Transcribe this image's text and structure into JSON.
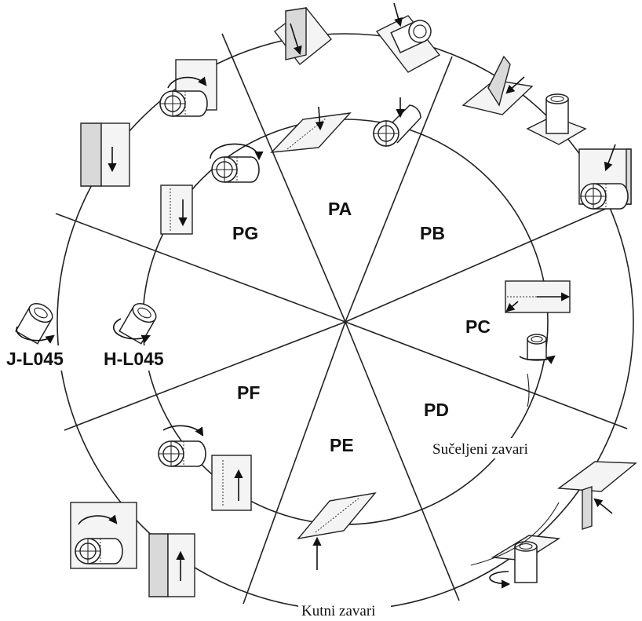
{
  "diagram": {
    "sectors": [
      {
        "id": "PA",
        "label": "PA"
      },
      {
        "id": "PB",
        "label": "PB"
      },
      {
        "id": "PC",
        "label": "PC"
      },
      {
        "id": "PD",
        "label": "PD"
      },
      {
        "id": "PE",
        "label": "PE"
      },
      {
        "id": "PF",
        "label": "PF"
      },
      {
        "id": "PG",
        "label": "PG"
      }
    ],
    "inclined_positions": [
      {
        "id": "J-L045",
        "label": "J-L045"
      },
      {
        "id": "H-L045",
        "label": "H-L045"
      }
    ],
    "captions": {
      "butt_welds": "Sučeljeni zavari",
      "fillet_welds": "Kutni zavari"
    }
  }
}
